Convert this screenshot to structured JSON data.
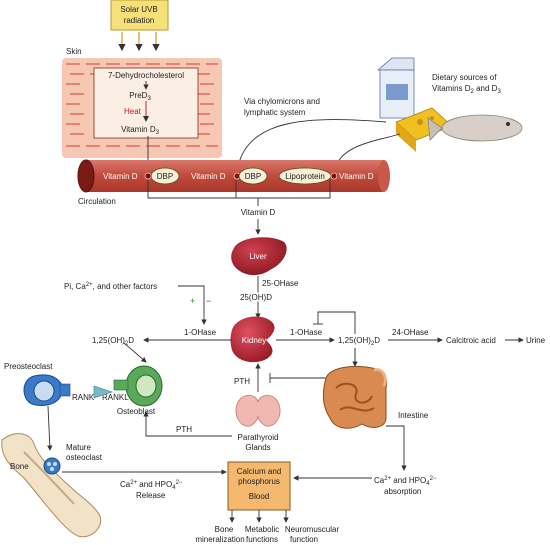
{
  "uvb": {
    "line1": "Solar UVB",
    "line2": "radiation"
  },
  "skin": {
    "label": "Skin",
    "step1": "7-Dehydrocholesterol",
    "step2": "PreD",
    "step2_sub": "3",
    "heat": "Heat",
    "step3": "Vitamin D",
    "step3_sub": "3"
  },
  "dietary": {
    "line1": "Dietary sources of",
    "line2": "Vitamins D",
    "line2_sub1": "2",
    "line2_mid": " and D",
    "line2_sub2": "3"
  },
  "chylo": {
    "line1": "Via chylomicrons and",
    "line2": "lymphatic system"
  },
  "circulation": {
    "label": "Circulation",
    "vitd1": "Vitamin D",
    "dbp1": "DBP",
    "vitd2": "Vitamin D",
    "dbp2": "DBP",
    "lipoprotein": "Lipoprotein",
    "vitd3": "Vitamin D"
  },
  "vitd_below": "Vitamin D",
  "liver": {
    "label": "Liver",
    "enzyme": "25-OHase",
    "product": "25(OH)D"
  },
  "factors": {
    "text": "Pi, Ca",
    "sup": "2+",
    "rest": ", and other factors",
    "plus": "+",
    "minus": "−"
  },
  "kidney": {
    "label": "Kidney",
    "left_enzyme": "1-OHase",
    "right_enzyme": "1-OHase",
    "left_product": "1,25(OH)",
    "left_product_sub": "2",
    "left_product_end": "D",
    "right_product": "1,25(OH)",
    "right_product_sub": "2",
    "right_product_end": "D",
    "enzyme_24": "24-OHase",
    "calcitroic": "Calcitroic acid",
    "urine": "Urine"
  },
  "pth": {
    "upper": "PTH",
    "lower": "PTH"
  },
  "parathyroid": {
    "line1": "Parathyroid",
    "line2": "Glands"
  },
  "bonecells": {
    "preosteoclast": "Preosteoclast",
    "rank": "RANK",
    "rankl": "RANKL",
    "osteoblast": "Osteoblast",
    "mature1": "Mature",
    "mature2": "osteoclast",
    "bone": "Bone"
  },
  "intestine": {
    "label": "Intestine",
    "abs1": "Ca",
    "abs1_sup": "2+",
    "abs1_mid": " and HPO",
    "abs1_sub": "4",
    "abs1_sup2": "2−",
    "abs2": "absorption"
  },
  "release": {
    "l1": "Ca",
    "l1_sup": "2+",
    "l1_mid": " and HPO",
    "l1_sub": "4",
    "l1_sup2": "2−",
    "l2": "Release"
  },
  "blood": {
    "line1": "Calcium and",
    "line2": "phosphorus",
    "line3": "Blood"
  },
  "outcomes": {
    "bone1": "Bone",
    "bone2": "mineralization",
    "met1": "Metabolic",
    "met2": "functions",
    "neuro1": "Neuromuscular",
    "neuro2": "function"
  },
  "colors": {
    "vessel": "#c9584a",
    "skin": "#e06a5a",
    "uvb_box": "#f5e07a",
    "blood_box": "#f4b86e",
    "liver": "#a8202a",
    "kidney": "#b8262e"
  }
}
